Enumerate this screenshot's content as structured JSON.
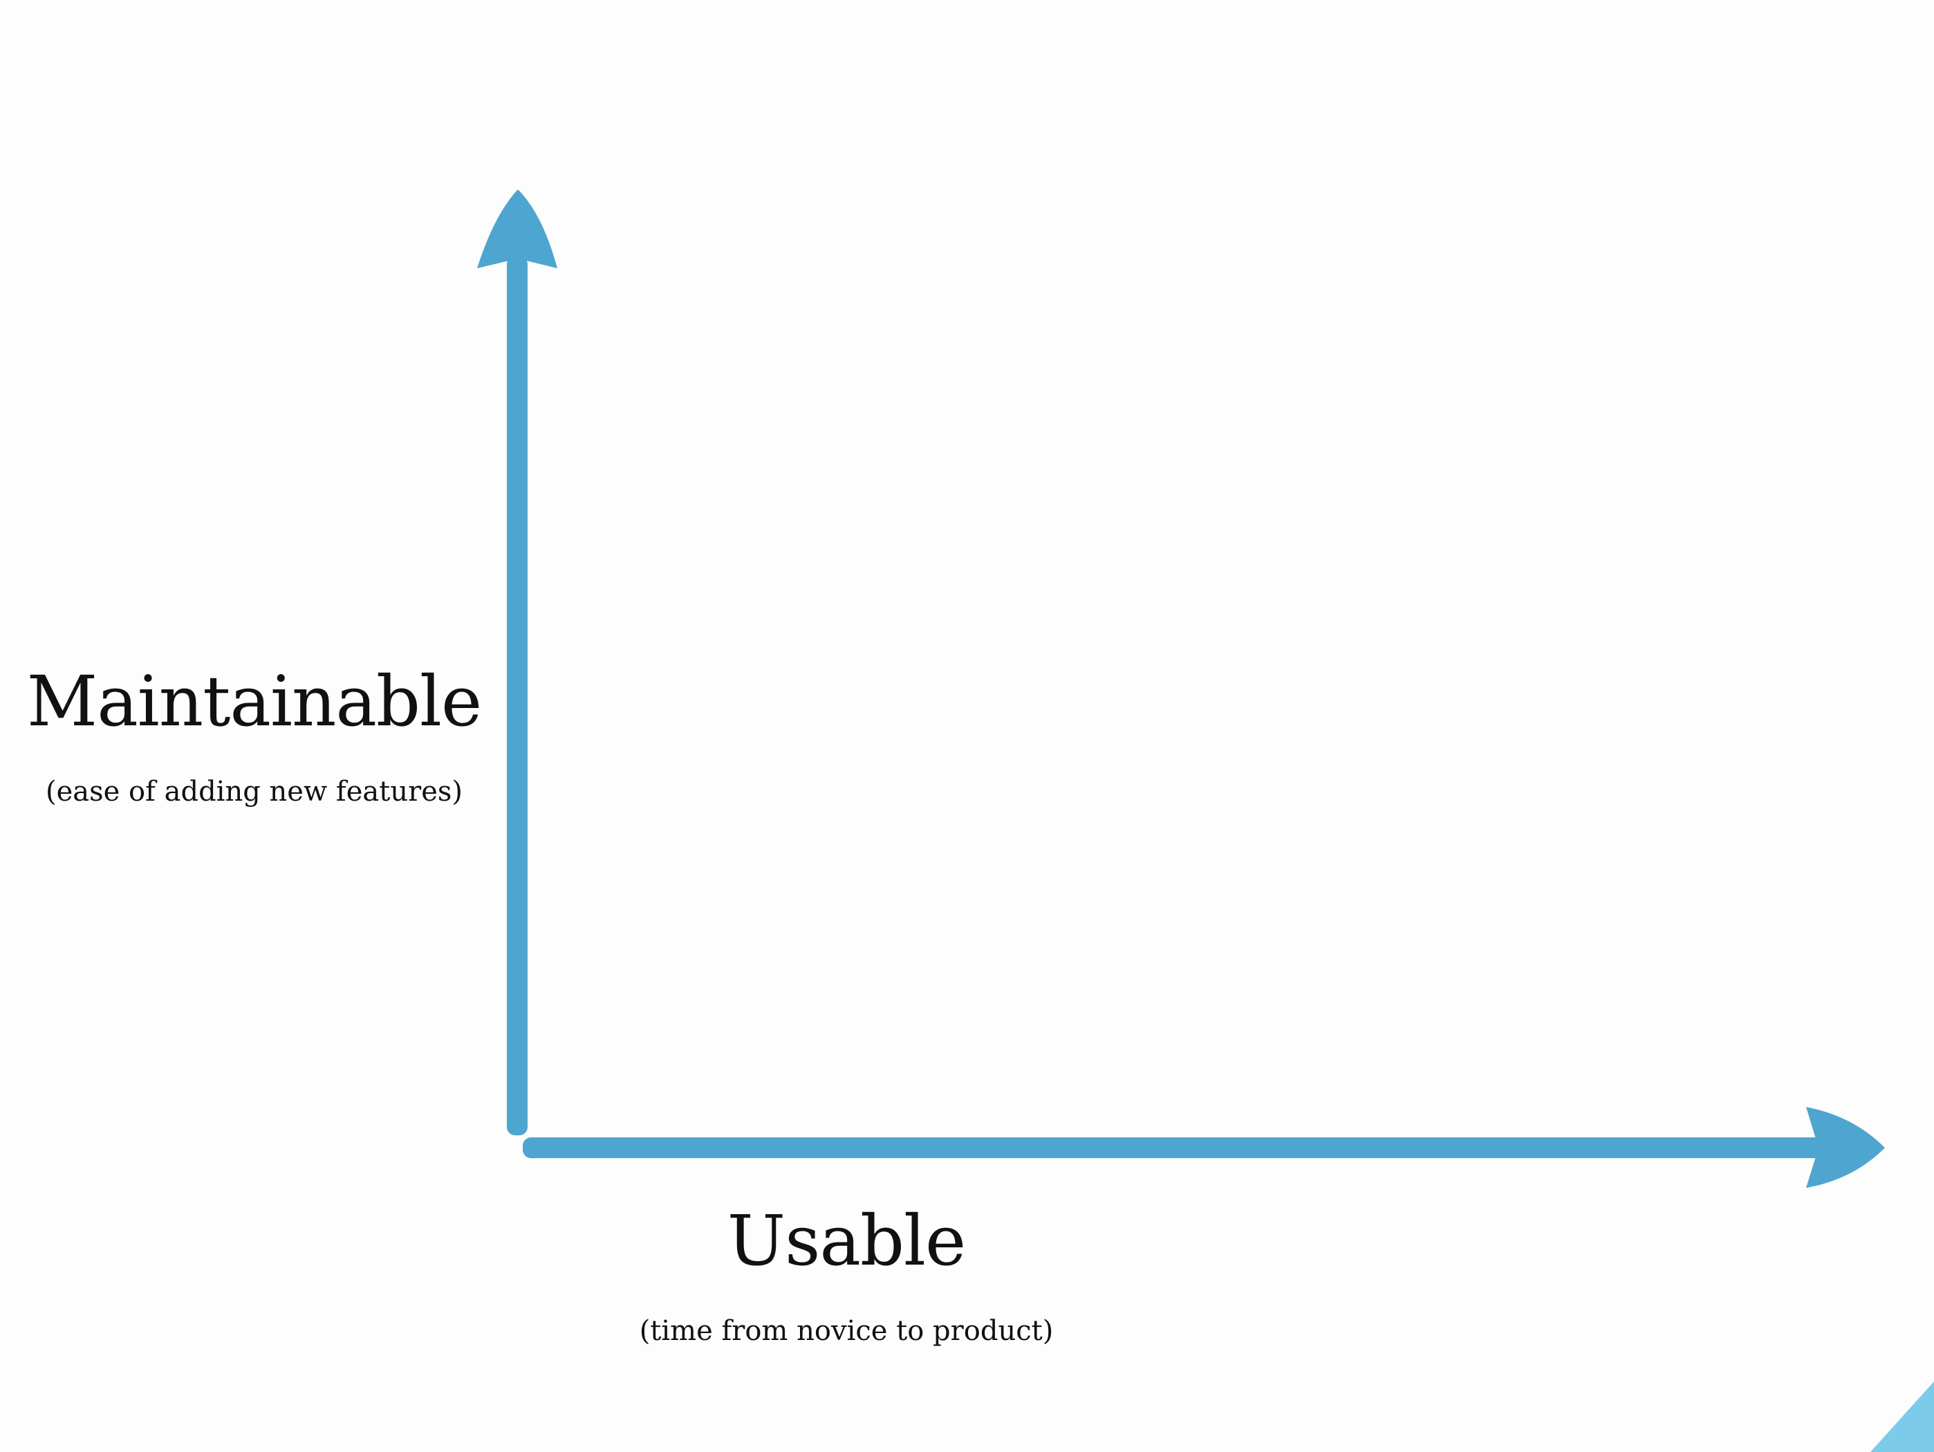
{
  "diagram": {
    "y_axis": {
      "title": "Maintainable",
      "subtitle": "(ease of adding new features)"
    },
    "x_axis": {
      "title": "Usable",
      "subtitle": "(time from novice to product)"
    }
  },
  "colors": {
    "axis": "#4ea5cf",
    "corner_accent": "#7ccbea",
    "background": "#fdfdfd",
    "text": "#111111"
  }
}
